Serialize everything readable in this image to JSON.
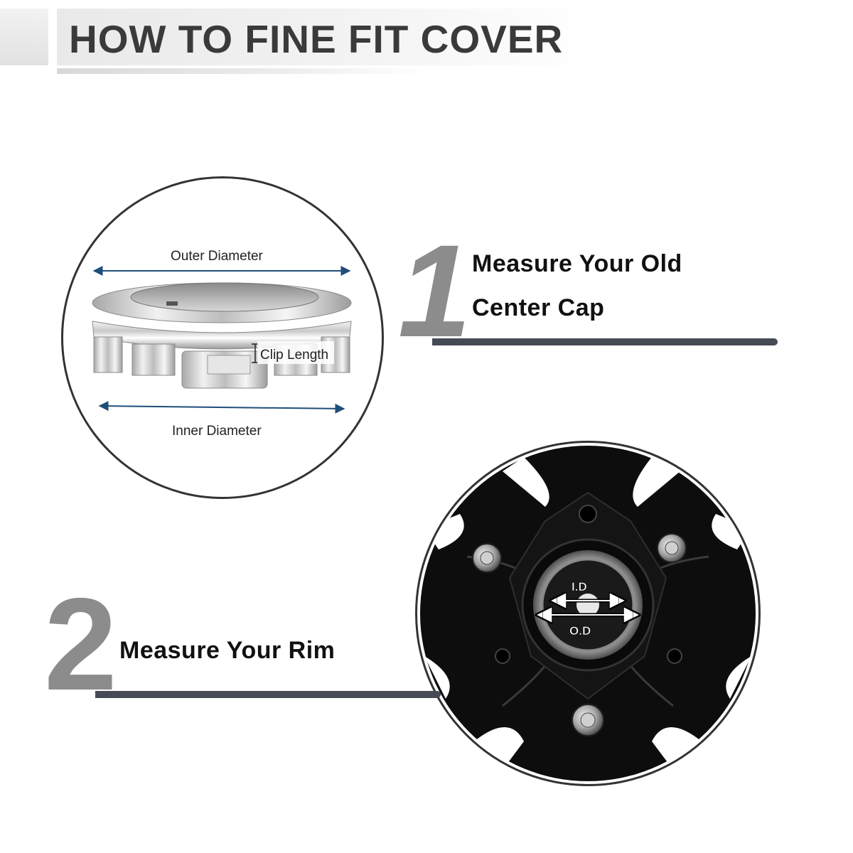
{
  "header": {
    "title": "HOW TO FINE FIT COVER"
  },
  "step1": {
    "number": "1",
    "line1": "Measure Your Old",
    "line2": "Center Cap"
  },
  "step2": {
    "number": "2",
    "text": "Measure Your Rim"
  },
  "cap_diagram": {
    "outer_label": "Outer Diameter",
    "clip_label": "Clip Length",
    "inner_label": "Inner Diameter"
  },
  "rim_diagram": {
    "id_label": "I.D",
    "od_label": "O.D"
  },
  "colors": {
    "title": "#3a3a3a",
    "step_number": "#8c8c8c",
    "rule": "#454a55",
    "arrow": "#1f4e79",
    "rim_black": "#0d0d0d"
  }
}
